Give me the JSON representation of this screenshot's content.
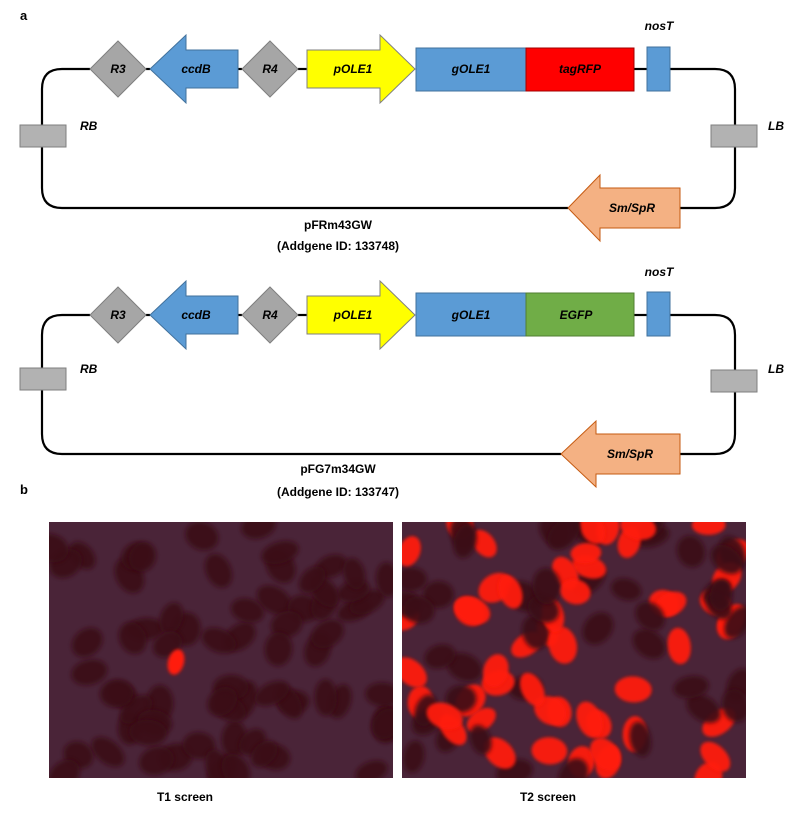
{
  "panel_a": {
    "letter": "a",
    "construct1": {
      "elements": {
        "r3": "R3",
        "ccdb": "ccdB",
        "r4": "R4",
        "pole1": "pOLE1",
        "gole1": "gOLE1",
        "reporter": "tagRFP",
        "nost": "nosT",
        "rb": "RB",
        "lb": "LB",
        "smspr": "Sm/SpR"
      },
      "name": "pFRm43GW",
      "addgene": "(Addgene ID: 133748)"
    },
    "construct2": {
      "elements": {
        "r3": "R3",
        "ccdb": "ccdB",
        "r4": "R4",
        "pole1": "pOLE1",
        "gole1": "gOLE1",
        "reporter": "EGFP",
        "nost": "nosT",
        "rb": "RB",
        "lb": "LB",
        "smspr": "Sm/SpR"
      },
      "name": "pFG7m34GW",
      "addgene": "(Addgene ID: 133747)"
    }
  },
  "panel_b": {
    "letter": "b",
    "image1_caption": "T1 screen",
    "image2_caption": "T2 screen"
  },
  "colors": {
    "recombination_site": "#a6a6a6",
    "ccdb": "#5b9bd5",
    "promoter": "#ffff00",
    "gene": "#5b9bd5",
    "tagrfp": "#ff0000",
    "egfp": "#70ad47",
    "border": "#b2b2b2",
    "selection": "#f4b183",
    "fluorescent_seed": "#ff1a0a",
    "dark_seed": "#3a0a12",
    "image_background": "#4a2438"
  }
}
